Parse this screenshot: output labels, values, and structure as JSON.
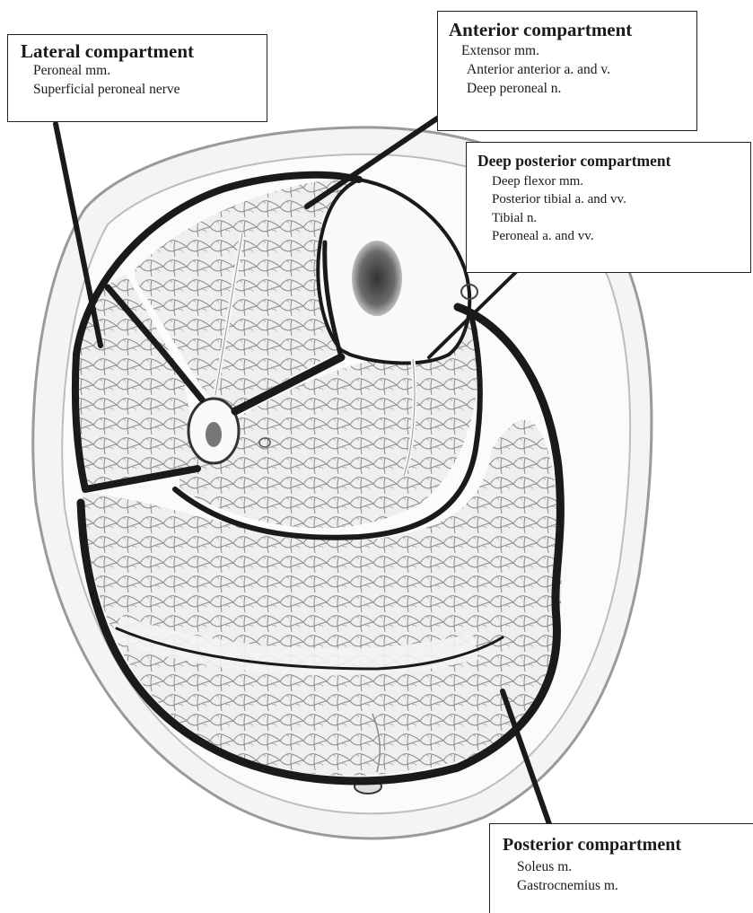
{
  "labels": {
    "lateral": {
      "title": "Lateral compartment",
      "items": [
        "Peroneal mm.",
        "Superficial peroneal nerve"
      ]
    },
    "anterior": {
      "title": "Anterior compartment",
      "items": [
        "Extensor mm.",
        "Anterior anterior a. and v.",
        "Deep peroneal n."
      ]
    },
    "deep_posterior": {
      "title": "Deep posterior compartment",
      "items": [
        "Deep flexor mm.",
        "Posterior tibial a. and vv.",
        "Tibial n.",
        "Peroneal a. and vv."
      ]
    },
    "posterior": {
      "title": "Posterior compartment",
      "items": [
        "Soleus m.",
        "Gastrocnemius m."
      ]
    }
  },
  "colors": {
    "ink": "#1a1a1a",
    "muscle_fill": "#ebebeb",
    "bone_fill": "#fafafa",
    "marrow": "#5a5a5a",
    "skin": "#d8d8d8"
  }
}
